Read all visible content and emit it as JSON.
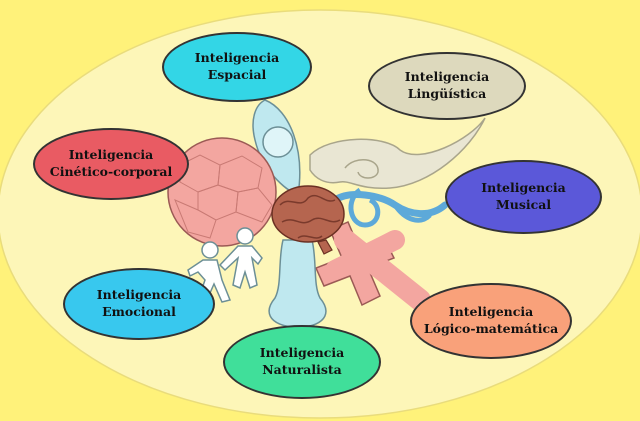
{
  "diagram": {
    "nodes": [
      {
        "id": "espacial",
        "line1": "Inteligencia",
        "line2": "Espacial",
        "color": "#33d6e6"
      },
      {
        "id": "linguistica",
        "line1": "Inteligencia",
        "line2": "Lingüística",
        "color": "#ddd9bd"
      },
      {
        "id": "cinetico",
        "line1": "Inteligencia",
        "line2": "Cinético-corporal",
        "color": "#e95b63"
      },
      {
        "id": "musical",
        "line1": "Inteligencia",
        "line2": "Musical",
        "color": "#5b58d9"
      },
      {
        "id": "emocional",
        "line1": "Inteligencia",
        "line2": "Emocional",
        "color": "#38c8ee"
      },
      {
        "id": "naturalista",
        "line1": "Inteligencia",
        "line2": "Naturalista",
        "color": "#40df9a"
      },
      {
        "id": "logico",
        "line1": "Inteligencia",
        "line2": "Lógico-matemática",
        "color": "#f9a17a"
      }
    ],
    "colors": {
      "background": "#fff27a",
      "ellipse": "#fdf6b8",
      "brain": "#b5654f",
      "pink": "#f3a6a0",
      "light_blue": "#bfe8ef"
    }
  }
}
